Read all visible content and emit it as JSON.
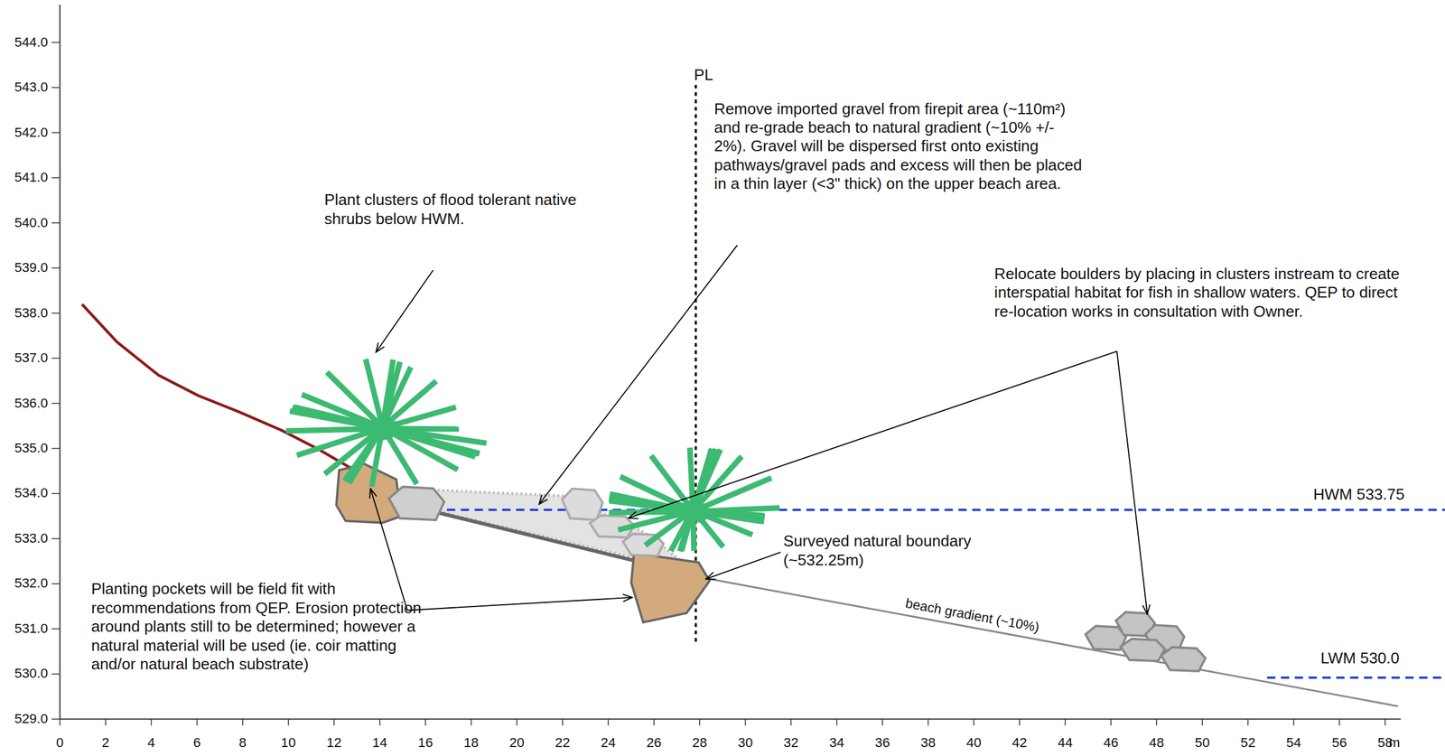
{
  "diagram": {
    "labels": [
      "544.0",
      "543.0",
      "542.0",
      "541.0",
      "540.0",
      "539.0",
      "538.0",
      "537.0",
      "536.0",
      "535.0",
      "534.0",
      "533.0",
      "532.0",
      "531.0",
      "530.0",
      "529.0",
      "0",
      "2",
      "4",
      "6",
      "8",
      "10",
      "12",
      "14",
      "16",
      "18",
      "20",
      "22",
      "24",
      "26",
      "28",
      "30",
      "32",
      "34",
      "36",
      "38",
      "40",
      "42",
      "44",
      "46",
      "48",
      "50",
      "52",
      "54",
      "56",
      "58",
      "m",
      "PL",
      "Plant clusters of flood tolerant native shrubs below HWM.",
      "Remove imported gravel from firepit area (~110m²) and re-grade beach to natural gradient (~10% +/- 2%). Gravel will be dispersed first onto existing pathways/gravel pads and excess will then be placed  in a thin layer (<3\" thick) on the upper beach area.",
      "Relocate boulders by placing in clusters instream to create interspatial habitat for fish in shallow waters. QEP to direct re-location works in consultation with Owner.",
      "Surveyed natural boundary (~532.25m)",
      "Planting pockets will be field fit with recommendations from QEP. Erosion protection around plants still to be determined; however a natural material will be used (ie. coir matting and/or natural beach substrate)",
      "beach gradient (~10%)",
      "HWM 533.75",
      "LWM 530.0"
    ]
  }
}
